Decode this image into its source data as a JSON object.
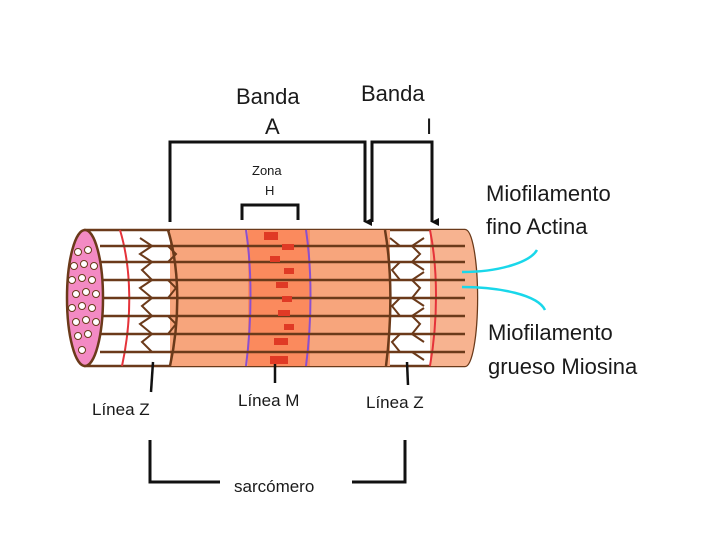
{
  "labels": {
    "banda_a_line1": "Banda",
    "banda_a_line2": "A",
    "banda_i_line1": "Banda",
    "banda_i_line2": "I",
    "zona_h_line1": "Zona",
    "zona_h_line2": "H",
    "actina_line1": "Miofilamento",
    "actina_line2": "fino Actina",
    "miosina_line1": "Miofilamento",
    "miosina_line2": "grueso Miosina",
    "linea_z_left": "Línea Z",
    "linea_m": "Línea M",
    "linea_z_right": "Línea Z",
    "sarcomero": "sarcómero"
  },
  "colors": {
    "a_band": "#f7a57c",
    "h_zone": "#fb8a5d",
    "end_face": "#f38ac3",
    "outline": "#6b3a1a",
    "filament": "#6b3a1a",
    "cyan_arrow": "#19d7ea",
    "red_mark": "#e03a25",
    "z_line": "#e5333a"
  }
}
